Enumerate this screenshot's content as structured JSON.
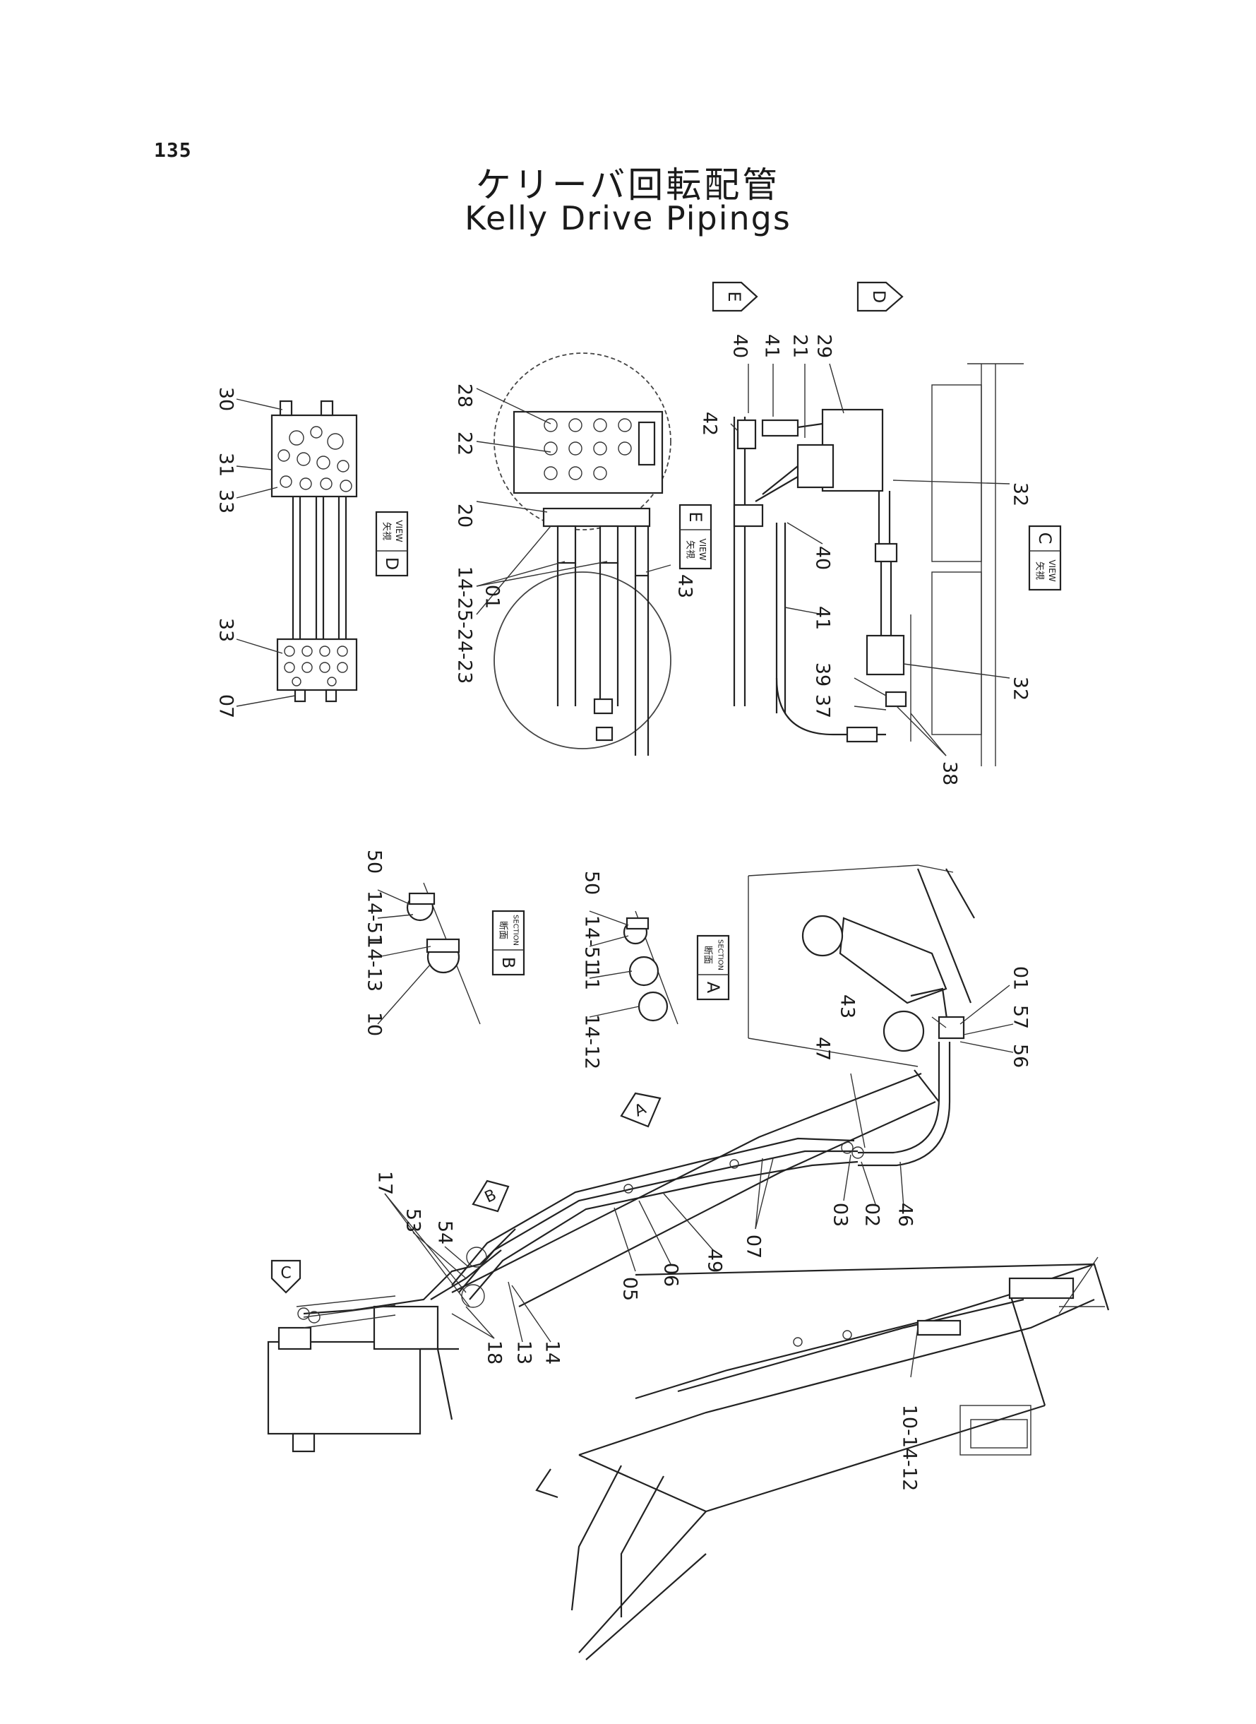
{
  "page_number": "135",
  "title_jp": "ケリーバ回転配管",
  "title_en": "Kelly Drive Pipings",
  "view_markers": {
    "e": "E",
    "d": "D",
    "a": "A",
    "b": "B",
    "c": "C"
  },
  "view_boxes": {
    "view_d": {
      "jp": "矢視",
      "en": "VIEW",
      "letter": "D"
    },
    "view_e": {
      "jp": "矢視",
      "en": "VIEW",
      "letter": "E"
    },
    "view_c": {
      "jp": "矢視",
      "en": "VIEW",
      "letter": "C"
    },
    "section_a": {
      "jp": "断面",
      "en": "SECTION",
      "letter": "A"
    },
    "section_b": {
      "jp": "断面",
      "en": "SECTION",
      "letter": "B"
    }
  },
  "part_labels": {
    "view_d": [
      "30",
      "31",
      "33",
      "33",
      "07"
    ],
    "view_e": [
      "28",
      "22",
      "20",
      "14-25-24-23",
      "01",
      "43"
    ],
    "view_c": [
      "40",
      "41",
      "21",
      "29",
      "42",
      "32",
      "40",
      "41",
      "32",
      "39",
      "37",
      "38"
    ],
    "section_b": [
      "50",
      "14-51",
      "14-13",
      "10"
    ],
    "section_a": [
      "50",
      "14-51",
      "11",
      "14-12"
    ],
    "main": [
      "43",
      "01",
      "57",
      "56",
      "47",
      "03",
      "02",
      "46",
      "07",
      "49",
      "06",
      "05",
      "17",
      "53",
      "54",
      "18",
      "13",
      "14",
      "10-14-12"
    ]
  }
}
